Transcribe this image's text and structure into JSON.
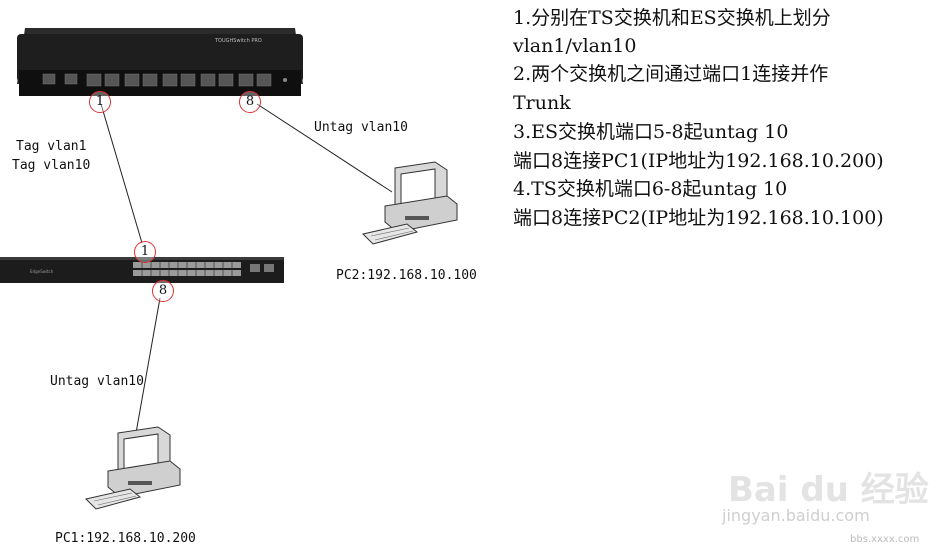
{
  "notes": [
    "1.分别在TS交换机和ES交换机上划分",
    "vlan1/vlan10",
    "2.两个交换机之间通过端口1连接并作",
    "Trunk",
    "3.ES交换机端口5-8起untag 10",
    "端口8连接PC1(IP地址为192.168.10.200)",
    "4.TS交换机端口6-8起untag 10",
    "端口8连接PC2(IP地址为192.168.10.100)"
  ],
  "labels": {
    "trunk_line1": "Tag vlan1",
    "trunk_line2": "Tag vlan10",
    "untag_ts": "Untag vlan10",
    "untag_es": "Untag vlan10",
    "pc2": "PC2:192.168.10.100",
    "pc1": "PC1:192.168.10.200"
  },
  "ports": {
    "ts_port1": "1",
    "ts_port8": "8",
    "es_port1": "1",
    "es_port8": "8"
  },
  "device_text": {
    "ts_brand": "TOUGHSwitch PRO",
    "es_brand": "EdgeSwitch"
  },
  "watermark": {
    "logo": "Bai du 经验",
    "url": "jingyan.baidu.com",
    "corner": "bbs.xxxx.com"
  }
}
